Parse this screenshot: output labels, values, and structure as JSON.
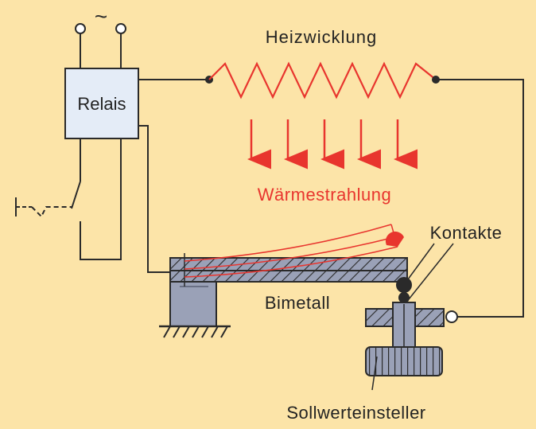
{
  "labels": {
    "ac_symbol": "~",
    "heater": "Heizwicklung",
    "relay": "Relais",
    "radiation": "Wärmestrahlung",
    "contacts": "Kontakte",
    "bimetal": "Bimetall",
    "setpoint": "Sollwerteinsteller"
  },
  "colors": {
    "background": "#FCE4A8",
    "wire": "#2A2A2A",
    "heat": "#E8352E",
    "relay_fill": "#E4ECF7",
    "metal": "#9AA1B7",
    "text": "#222222"
  },
  "icons": [
    "switch-symbol",
    "ground-hatch-symbol",
    "terminal-symbol"
  ]
}
